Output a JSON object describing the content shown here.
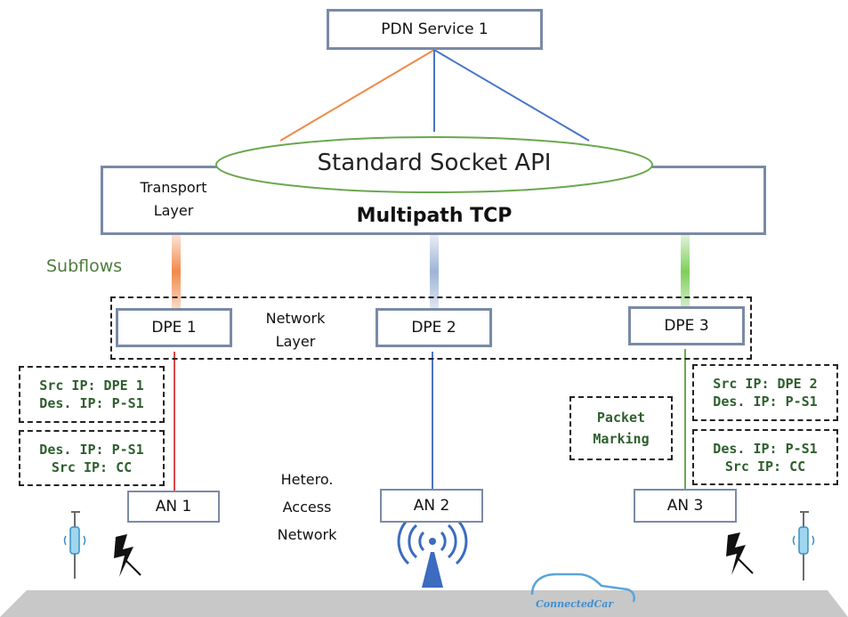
{
  "pdn_service": "PDN Service 1",
  "socket_api": "Standard Socket API",
  "transport_layer": [
    "Transport",
    "Layer"
  ],
  "mptcp": "Multipath TCP",
  "subflows": "Subflows",
  "network_layer": [
    "Network",
    "Layer"
  ],
  "dpe": [
    "DPE 1",
    "DPE 2",
    "DPE 3"
  ],
  "an": [
    "AN 1",
    "AN 2",
    "AN 3"
  ],
  "left_headers": {
    "top": [
      "Src IP: DPE 1",
      "Des. IP: P-S1"
    ],
    "bottom": [
      "Des. IP: P-S1",
      "Src IP: CC"
    ]
  },
  "right_headers": {
    "top": [
      "Src IP: DPE 2",
      "Des. IP: P-S1"
    ],
    "bottom": [
      "Des. IP: P-S1",
      "Src IP: CC"
    ]
  },
  "packet_marking": [
    "Packet",
    "Marking"
  ],
  "hetero": [
    "Hetero.",
    "Access",
    "Network"
  ],
  "logo_text": "ConnectedCar",
  "colors": {
    "box_border": "#7a8aa6",
    "orange": "#f08a4b",
    "blue": "#4a74c9",
    "green": "#6aa84f",
    "ellipse": "#6aa84f",
    "ground": "#c8c8c8"
  },
  "icons": [
    "antenna-icon",
    "lightning-icon",
    "roadside-unit-icon",
    "logo-car-icon"
  ]
}
